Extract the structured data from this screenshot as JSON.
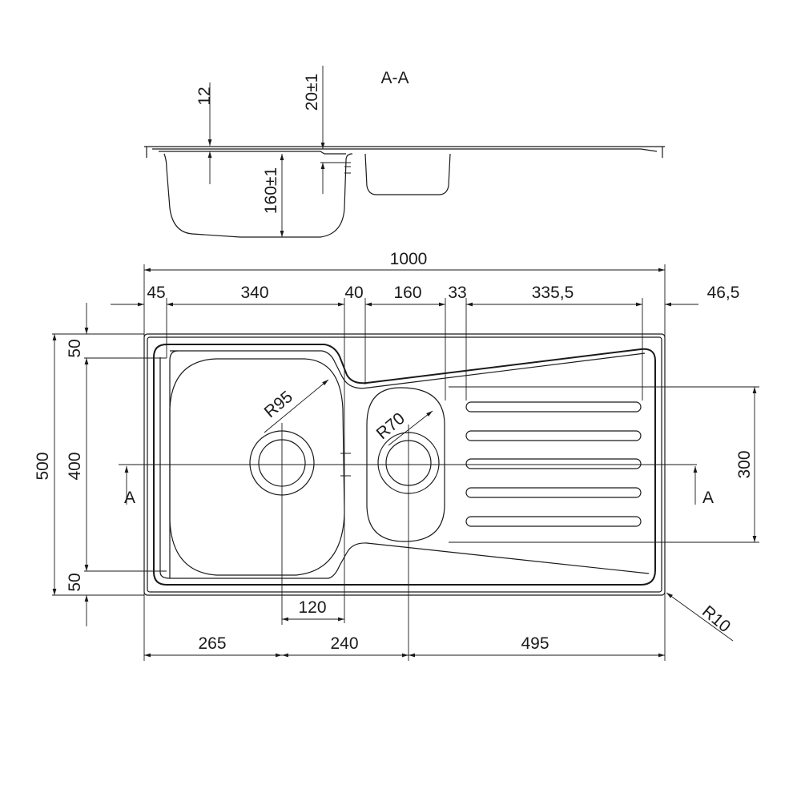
{
  "section": {
    "title": "A-A",
    "dim_rim": "12",
    "dim_offset": "20±1",
    "dim_depth": "160±1"
  },
  "plan": {
    "overall_width": "1000",
    "widths": [
      "45",
      "340",
      "40",
      "160",
      "33",
      "335,5",
      "46,5"
    ],
    "overall_depth": "500",
    "bowl_depth": "400",
    "margin_top": "50",
    "margin_bottom": "50",
    "drainer_depth": "300",
    "radius_main": "R95",
    "radius_small": "R70",
    "radius_corner": "R10",
    "section_marker_left": "A",
    "section_marker_right": "A",
    "drain_offset": "120",
    "drain_positions": [
      "265",
      "240",
      "495"
    ]
  },
  "colors": {
    "line": "#1a1a1a",
    "background": "#ffffff"
  }
}
